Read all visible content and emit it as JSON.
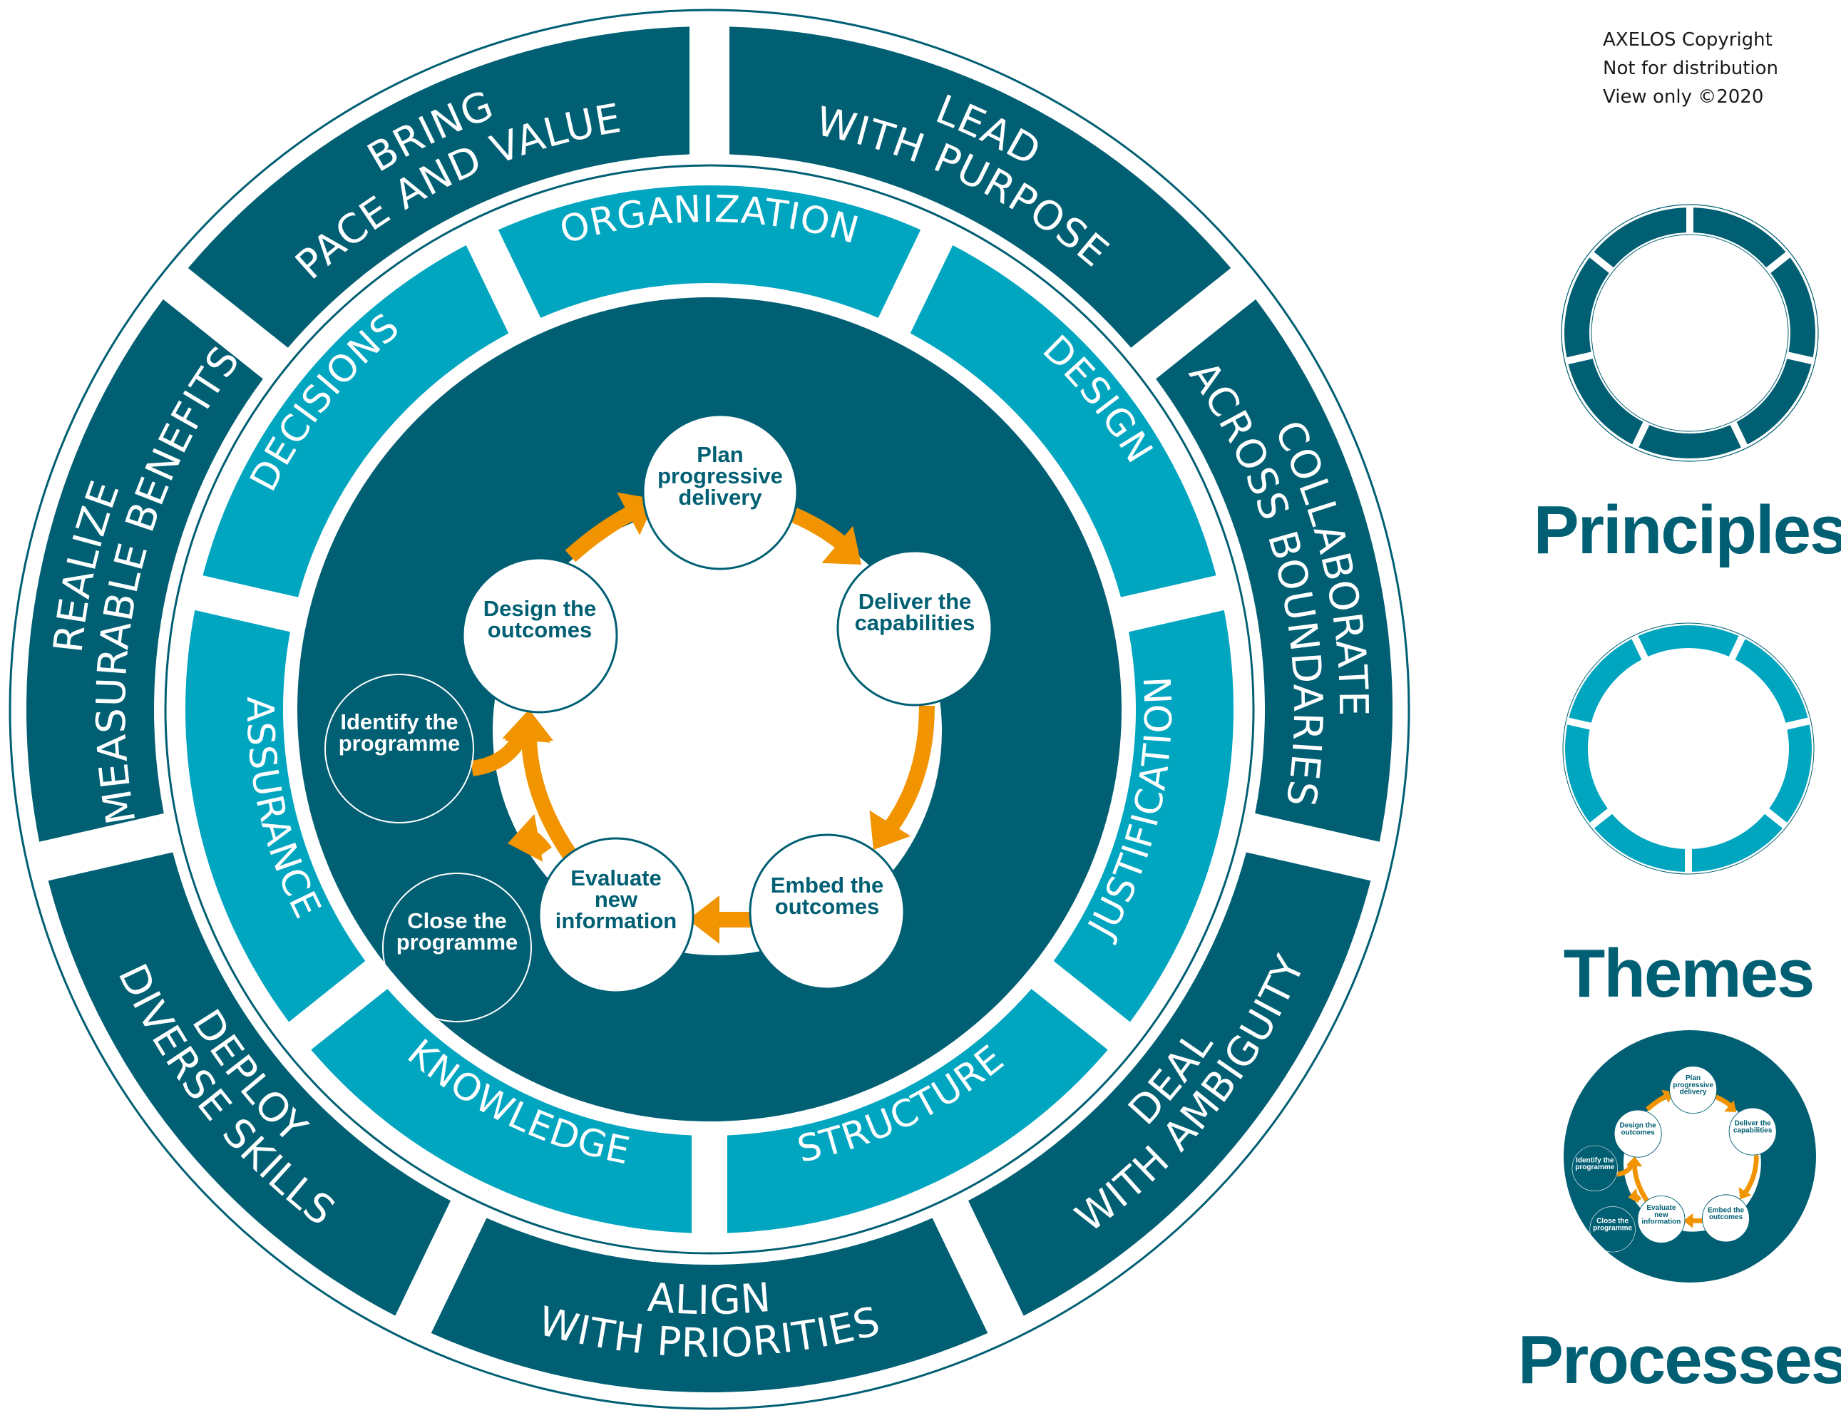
{
  "colors": {
    "principle": "#005f73",
    "theme": "#00a5c0",
    "core": "#005f73",
    "arrow": "#f29400",
    "white": "#ffffff"
  },
  "copyright": {
    "lines": [
      "AXELOS Copyright",
      "Not for distribution",
      "View only ©2020"
    ]
  },
  "principles": [
    {
      "line1": "LEAD",
      "line2": "WITH PURPOSE"
    },
    {
      "line1": "COLLABORATE",
      "line2": "ACROSS BOUNDARIES"
    },
    {
      "line1": "DEAL",
      "line2": "WITH AMBIGUITY"
    },
    {
      "line1": "ALIGN",
      "line2": "WITH PRIORITIES"
    },
    {
      "line1": "DEPLOY",
      "line2": "DIVERSE SKILLS"
    },
    {
      "line1": "REALIZE",
      "line2": "MEASURABLE BENEFITS"
    },
    {
      "line1": "BRING",
      "line2": "PACE AND VALUE"
    }
  ],
  "themes": [
    {
      "label": "ORGANIZATION"
    },
    {
      "label": "DESIGN"
    },
    {
      "label": "JUSTIFICATION"
    },
    {
      "label": "STRUCTURE"
    },
    {
      "label": "KNOWLEDGE"
    },
    {
      "label": "ASSURANCE"
    },
    {
      "label": "DECISIONS"
    }
  ],
  "processes": {
    "cycle": [
      {
        "lines": [
          "Plan",
          "progressive",
          "delivery"
        ]
      },
      {
        "lines": [
          "Deliver the",
          "capabilities"
        ]
      },
      {
        "lines": [
          "Embed the",
          "outcomes"
        ]
      },
      {
        "lines": [
          "Evaluate",
          "new",
          "information"
        ]
      },
      {
        "lines": [
          "Design the",
          "outcomes"
        ]
      }
    ],
    "identify": {
      "lines": [
        "Identify the",
        "programme"
      ]
    },
    "close": {
      "lines": [
        "Close the",
        "programme"
      ]
    }
  },
  "legend": {
    "principles_label": "Principles",
    "themes_label": "Themes",
    "processes_label": "Processes"
  }
}
